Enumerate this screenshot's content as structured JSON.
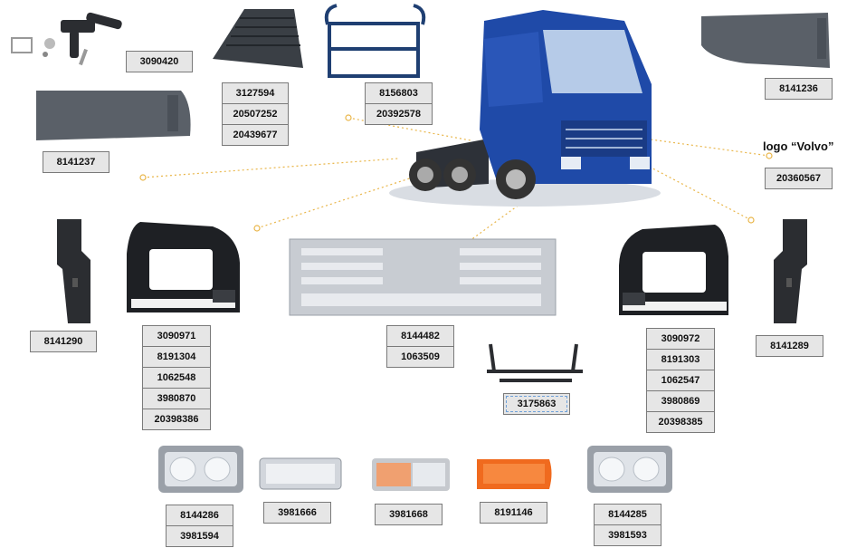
{
  "parts": {
    "hitch_kit": {
      "numbers": [
        "3090420"
      ]
    },
    "step_top": {
      "numbers": [
        "3127594",
        "20507252",
        "20439677"
      ]
    },
    "grab_handle": {
      "numbers": [
        "8156803",
        "20392578"
      ]
    },
    "fender_right": {
      "numbers": [
        "8141236"
      ]
    },
    "fender_left": {
      "numbers": [
        "8141237"
      ]
    },
    "logo": {
      "caption": "logo “Volvo”",
      "numbers": [
        "20360567"
      ]
    },
    "bracket_left": {
      "numbers": [
        "8141290"
      ]
    },
    "headlamp_frame_left": {
      "numbers": [
        "3090971",
        "8191304",
        "1062548",
        "3980870",
        "20398386"
      ]
    },
    "grille": {
      "numbers": [
        "8144482",
        "1063509"
      ]
    },
    "grille_bracket": {
      "numbers": [
        "3175863"
      ]
    },
    "headlamp_frame_right": {
      "numbers": [
        "3090972",
        "8191303",
        "1062547",
        "3980869",
        "20398385"
      ]
    },
    "bracket_right": {
      "numbers": [
        "8141289"
      ]
    },
    "headlamp_left": {
      "numbers": [
        "8144286",
        "3981594"
      ]
    },
    "fog_lamp": {
      "numbers": [
        "3981666"
      ]
    },
    "indicator_clear": {
      "numbers": [
        "3981668"
      ]
    },
    "indicator_orange": {
      "numbers": [
        "8191146"
      ]
    },
    "headlamp_right": {
      "numbers": [
        "8144285",
        "3981593"
      ]
    }
  },
  "colors": {
    "cab_blue": "#1f4aa8",
    "part_dark": "#3a3f45",
    "part_grey": "#c8ccd2",
    "leader": "#e9b64a",
    "indicator_orange": "#f06a1e",
    "label_bg": "#e6e6e6"
  }
}
